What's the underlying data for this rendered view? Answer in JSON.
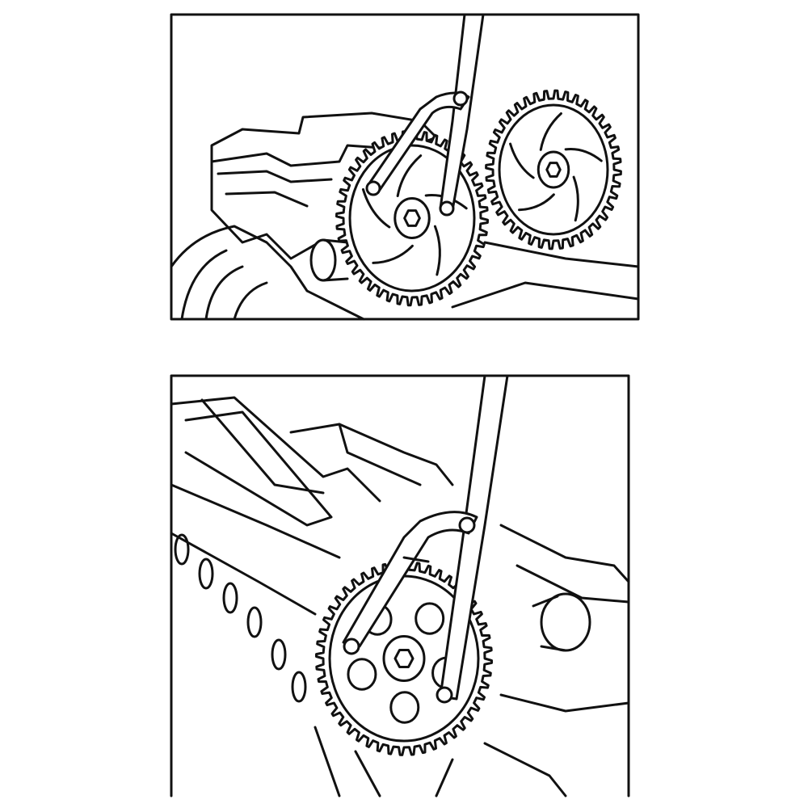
{
  "colors": {
    "line": "#111111",
    "background": "#ffffff"
  },
  "panels": [
    {
      "subject": "camshaft-pulleys-with-holding-tool",
      "gears": 2
    },
    {
      "subject": "single-pulley-with-holding-tool",
      "gears": 1
    }
  ]
}
